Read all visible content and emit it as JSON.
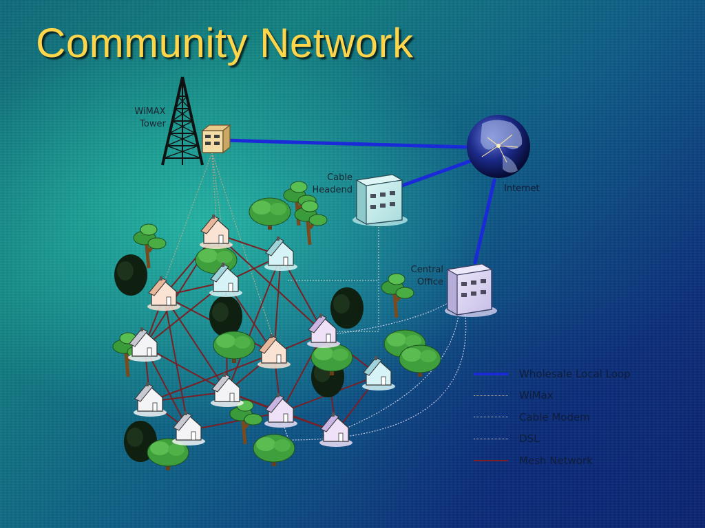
{
  "slide": {
    "title": "Community Network"
  },
  "diagram": {
    "labels": {
      "wimax_tower": [
        "WiMAX",
        "Tower"
      ],
      "cable_headend": [
        "Cable",
        "Headend"
      ],
      "internet": "Internet",
      "central_office": [
        "Central",
        "Office"
      ]
    }
  },
  "legend": {
    "items": [
      {
        "label": "Wholesale Local Loop",
        "color": "#1b2ad8",
        "style": "solid-thick"
      },
      {
        "label": "WiMax",
        "color": "#b9a98a",
        "style": "dotted"
      },
      {
        "label": "Cable Modem",
        "color": "#a9c7c7",
        "style": "dotted"
      },
      {
        "label": "DSL",
        "color": "#c9c9e6",
        "style": "dotted"
      },
      {
        "label": "Mesh Network",
        "color": "#7a1f24",
        "style": "solid"
      }
    ]
  },
  "colors": {
    "title": "#ffd54a",
    "wholesale_loop": "#1b2ad8",
    "mesh": "#7a1f24"
  }
}
